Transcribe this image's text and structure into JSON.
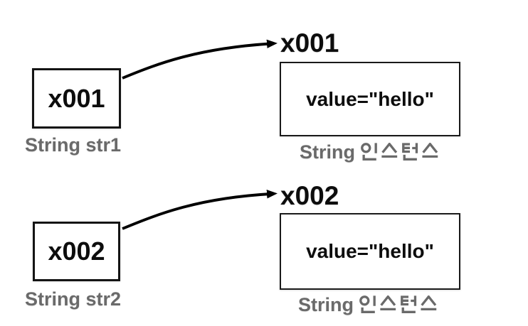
{
  "diagram": {
    "background": "#ffffff",
    "text_color": "#0d0d0d",
    "label_color": "#6a6a6a",
    "arrow_color": "#000000",
    "groups": [
      {
        "reference": {
          "address": "x001",
          "label": "String str1"
        },
        "instance": {
          "heading": "x001",
          "field": "value=\"hello\"",
          "label": "String 인스턴스",
          "label_latin": "String",
          "label_korean": "인스턴스"
        }
      },
      {
        "reference": {
          "address": "x002",
          "label": "String str2"
        },
        "instance": {
          "heading": "x002",
          "field": "value=\"hello\"",
          "label": "String 인스턴스",
          "label_latin": "String",
          "label_korean": "인스턴스"
        }
      }
    ]
  }
}
